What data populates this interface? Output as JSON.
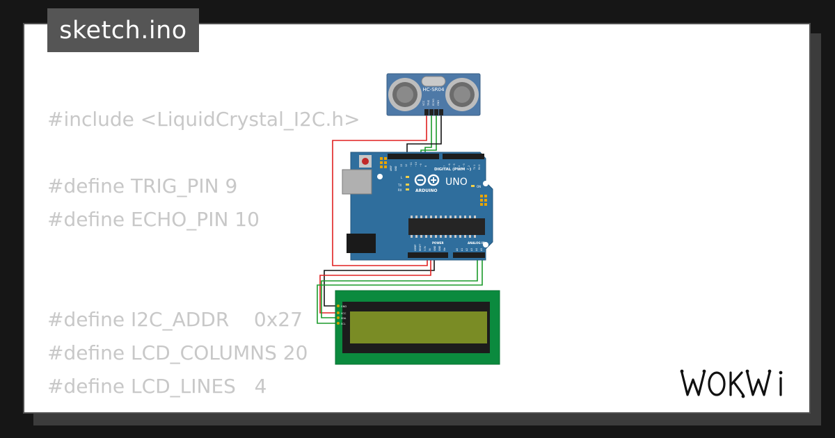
{
  "tab": {
    "title": "sketch.ino"
  },
  "code_lines": [
    "#include <LiquidCrystal_I2C.h>",
    "#define TRIG_PIN 9",
    "#define ECHO_PIN 10",
    "#define I2C_ADDR    0x27",
    "#define LCD_COLUMNS 20",
    "#define LCD_LINES   4"
  ],
  "sensor": {
    "model": "HC-SR04",
    "pins": [
      "VCC",
      "TRIG",
      "ECHO",
      "GND"
    ]
  },
  "arduino": {
    "logo": "UNO",
    "brand": "ARDUINO",
    "digital_label": "DIGITAL (PWM ~)",
    "power_label": "POWER",
    "analog_label": "ANALOG IN",
    "on_label": "ON",
    "led_labels": [
      "L",
      "TX",
      "RX"
    ],
    "digital_pins": [
      "AREF",
      "GND",
      "13",
      "12",
      "~11",
      "~10",
      "~9",
      "8",
      "7",
      "~6",
      "~5",
      "4",
      "~3",
      "2",
      "TX 1",
      "RX 0"
    ],
    "power_pins": [
      "IOREF",
      "RESET",
      "3.3V",
      "5V",
      "GND",
      "GND",
      "Vin"
    ],
    "analog_pins": [
      "A0",
      "A1",
      "A2",
      "A3",
      "A4",
      "A5"
    ]
  },
  "lcd": {
    "pins": [
      "GND",
      "VCC",
      "SDA",
      "SCL"
    ]
  },
  "colors": {
    "board": "#2f6e9d",
    "lcd_pcb": "#0b8a3e",
    "lcd_screen": "#7a8c25",
    "wire_red": "#e02020",
    "wire_green": "#1a9a2a",
    "wire_black": "#111111"
  }
}
